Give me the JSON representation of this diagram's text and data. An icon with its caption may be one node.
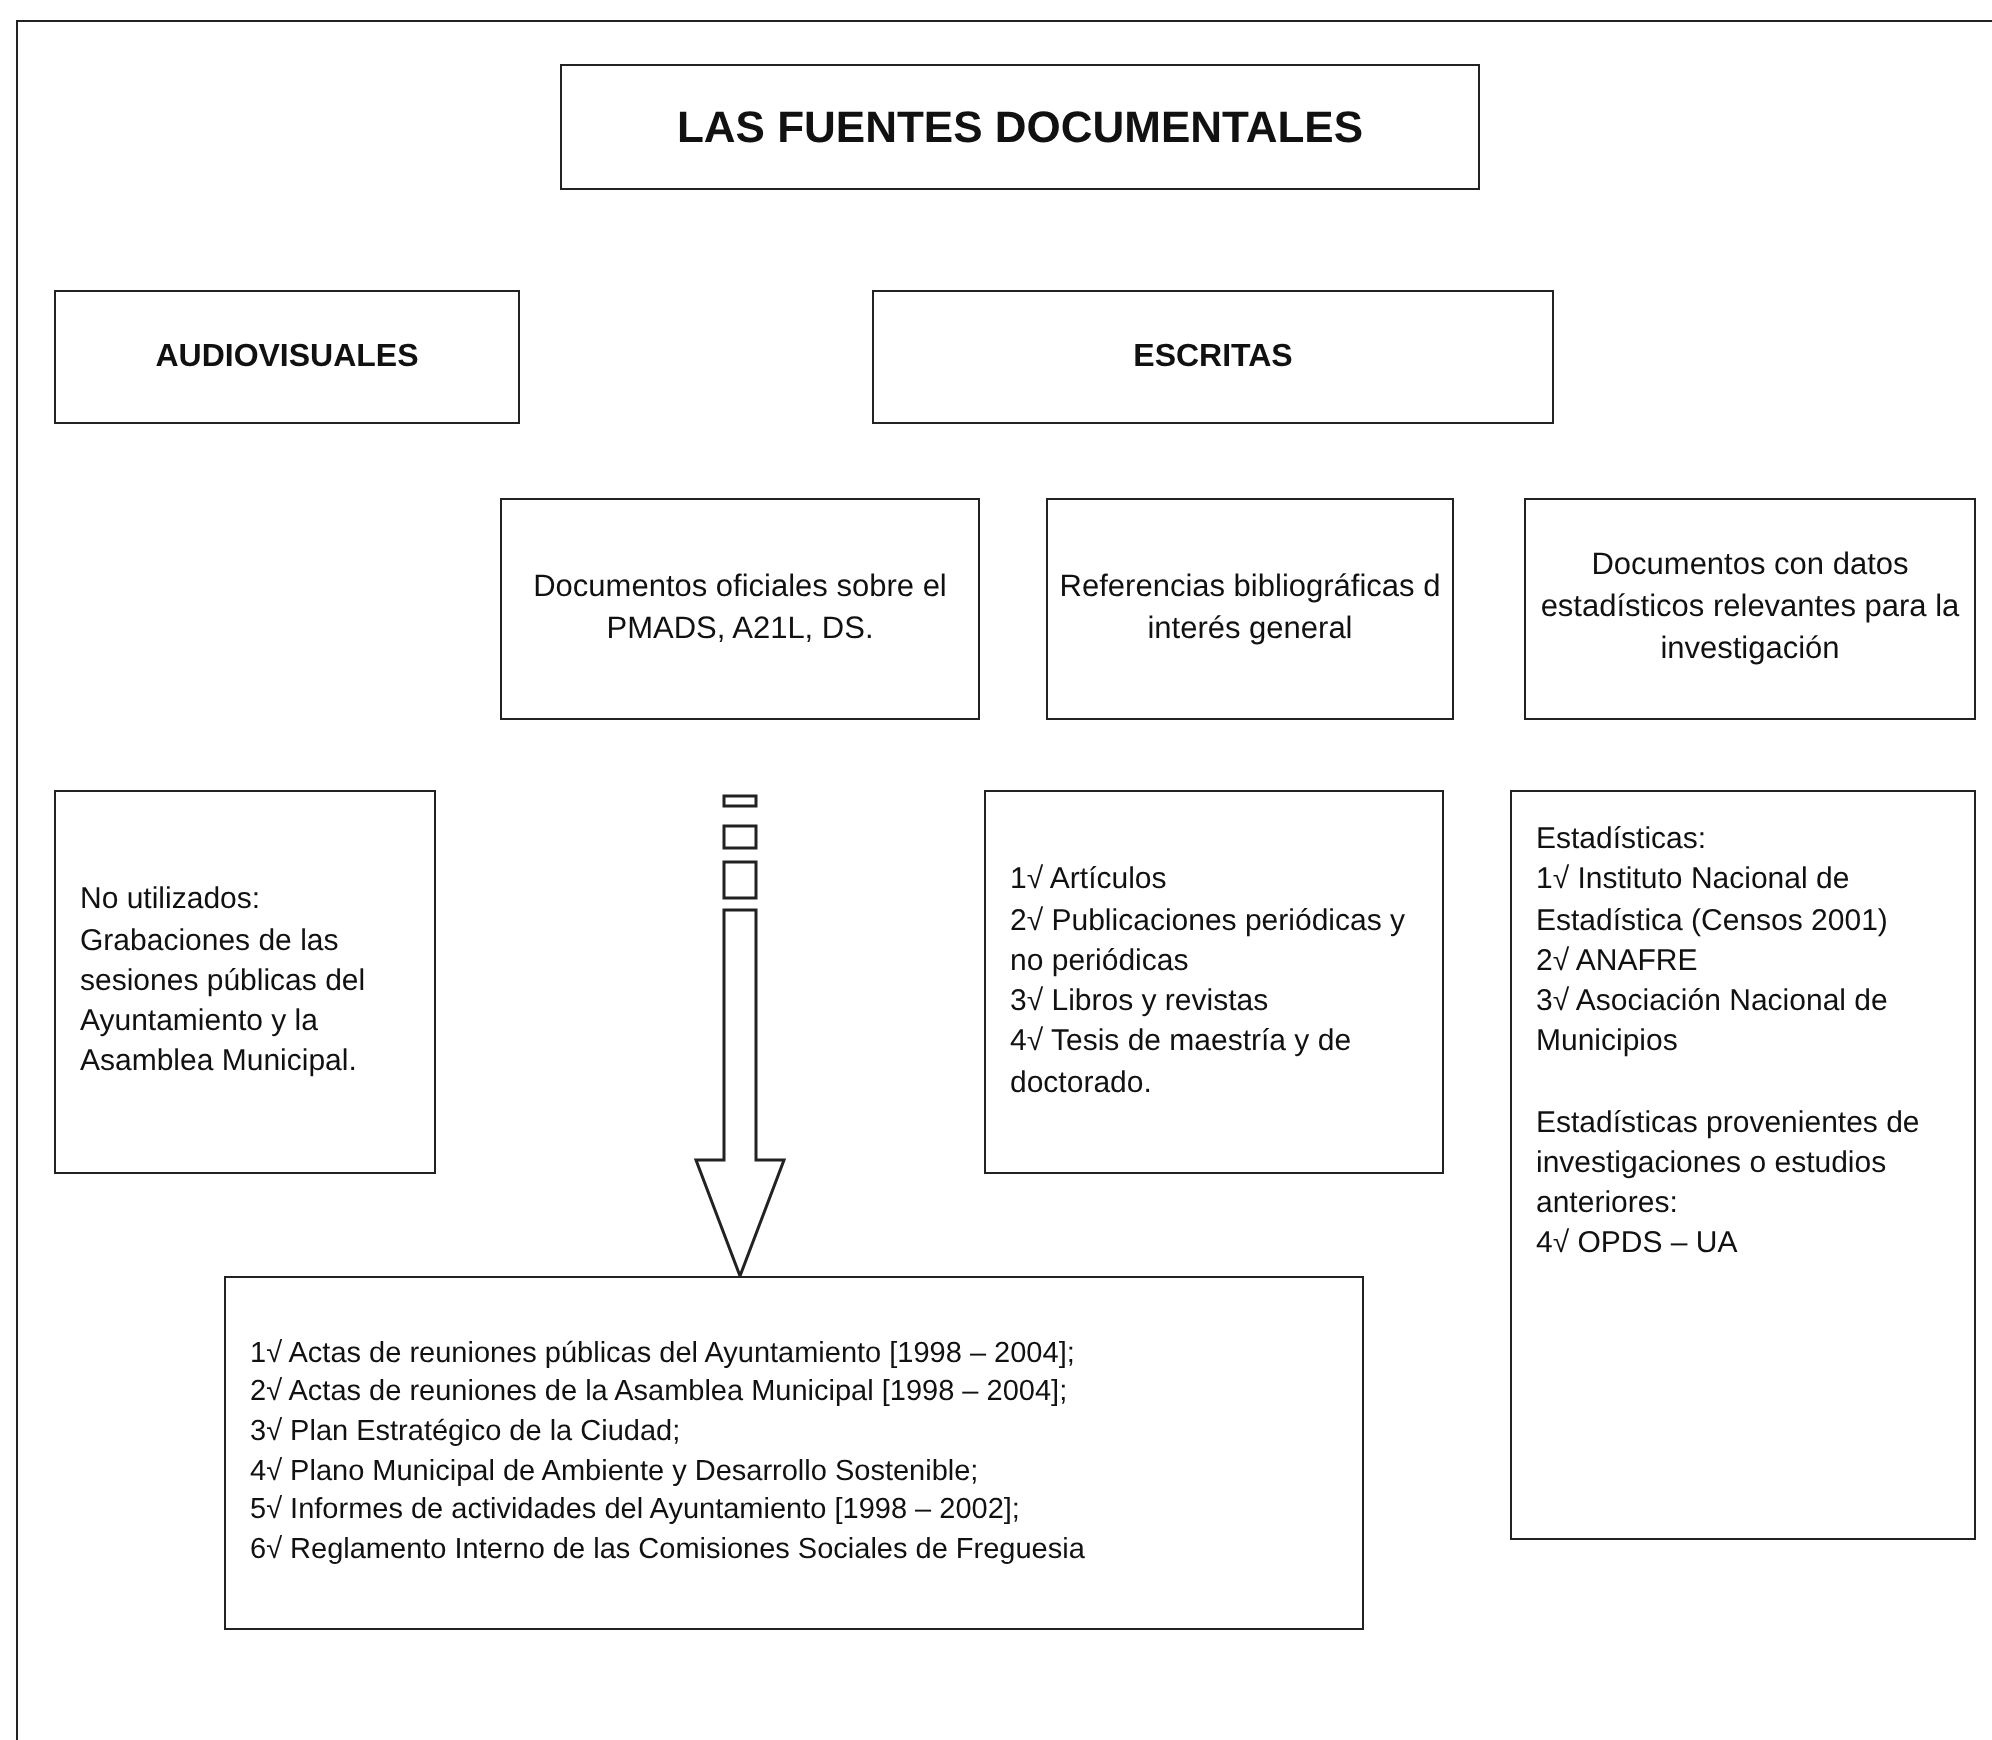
{
  "diagram": {
    "nodes": [
      {
        "text": [
          "LAS FUENTES DOCUMENTALES"
        ]
      },
      {
        "text": [
          "AUDIOVISUALES"
        ]
      },
      {
        "text": [
          "ESCRITAS"
        ]
      },
      {
        "text": [
          "Documentos oficiales sobre el PMADS, A21L, DS."
        ]
      },
      {
        "text": [
          "Referencias bibliográficas d interés general"
        ]
      },
      {
        "text": [
          "Documentos con datos estadísticos relevantes para la investigación"
        ]
      },
      {
        "text": [
          "No utilizados: Grabaciones de las sesiones públicas del Ayuntamiento y la Asamblea Municipal."
        ]
      },
      {
        "text": [
          "1√ Artículos",
          "2√ Publicaciones periódicas y no periódicas",
          "3√ Libros y revistas",
          "4√ Tesis de maestría y de doctorado."
        ]
      },
      {
        "text": [
          "Estadísticas:",
          "1√ Instituto Nacional de Estadística (Censos 2001)",
          "2√ ANAFRE",
          "3√ Asociación Nacional de Municipios",
          "Estadísticas provenientes de investigaciones o estudios anteriores:",
          "4√ OPDS – UA"
        ]
      },
      {
        "text": [
          "1√ Actas de reuniones públicas del Ayuntamiento [1998 – 2004];",
          "2√ Actas de reuniones de la Asamblea Municipal [1998 – 2004];",
          "3√ Plan Estratégico de la Ciudad;",
          "4√ Plano Municipal de Ambiente y Desarrollo Sostenible;",
          "5√ Informes de actividades del Ayuntamiento [1998 – 2002];",
          "6√ Reglamento Interno de las Comisiones Sociales de Freguesia"
        ]
      }
    ],
    "edges": [
      {
        "from": 3,
        "to": 9,
        "arrow": "to"
      }
    ]
  }
}
